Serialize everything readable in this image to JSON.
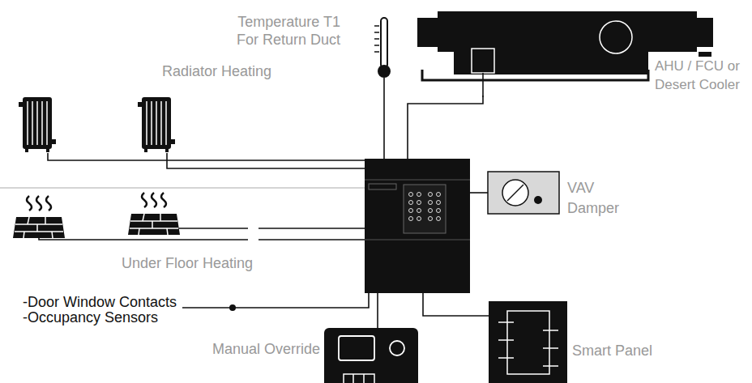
{
  "diagram": {
    "nodes": [
      {
        "text": [
          "Temperature T1 For Return Duct"
        ]
      },
      {
        "text": [
          "AHU / FCU or Desert Cooler"
        ]
      },
      {
        "text": [
          "Radiator Heating"
        ]
      },
      {
        "text": []
      },
      {
        "text": [
          "VAV Damper"
        ]
      },
      {
        "text": [
          "Under Floor Heating"
        ]
      },
      {
        "text": [
          "-Door Window Contacts",
          "-Occupancy Sensors"
        ]
      },
      {
        "text": [
          "Manual Override"
        ]
      },
      {
        "text": [
          "Smart Panel"
        ]
      }
    ],
    "edges": [
      {
        "from": 3,
        "to": 0,
        "arrow": "none"
      },
      {
        "from": 3,
        "to": 1,
        "arrow": "none"
      },
      {
        "from": 3,
        "to": 2,
        "arrow": "none"
      },
      {
        "from": 3,
        "to": 2,
        "arrow": "none"
      },
      {
        "from": 3,
        "to": 4,
        "arrow": "none"
      },
      {
        "from": 3,
        "to": 5,
        "arrow": "none"
      },
      {
        "from": 3,
        "to": 5,
        "arrow": "none"
      },
      {
        "from": 3,
        "to": 6,
        "arrow": "none"
      },
      {
        "from": 3,
        "to": 7,
        "arrow": "none"
      },
      {
        "from": 3,
        "to": 8,
        "arrow": "none"
      }
    ]
  }
}
